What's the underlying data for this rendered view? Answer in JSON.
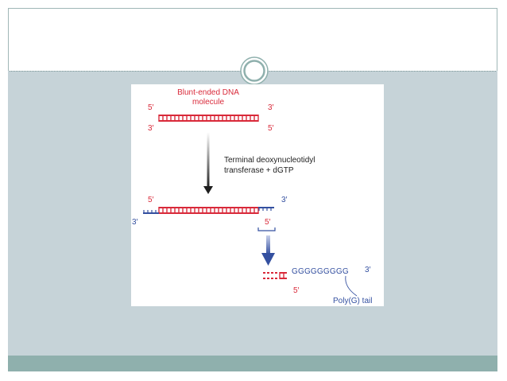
{
  "slide": {
    "colors": {
      "content_background": "#c6d3d8",
      "footer_band": "#8fb0ad",
      "frame_border": "#9fb6b6"
    },
    "ornament_icon": "double-circle-icon"
  },
  "diagram": {
    "colors": {
      "dna_red": "#d92a3a",
      "tail_blue": "#3450a0",
      "arrow_dark": "#222222"
    },
    "title_line1": "Blunt-ended DNA",
    "title_line2": "molecule",
    "top_strand": {
      "left_top_end": "5′",
      "right_top_end": "3′",
      "left_bottom_end": "3′",
      "right_bottom_end": "5′"
    },
    "enzyme_line1": "Terminal deoxynucleotidyl",
    "enzyme_line2": "transferase + dGTP",
    "tailed_strand": {
      "top_left_end": "5′",
      "top_right_end": "3′",
      "bottom_left_end": "3′",
      "bottom_right_end": "5′"
    },
    "zoom": {
      "sequence": "GGGGGGGGG",
      "sequence_end": "3′",
      "bottom_end": "5′",
      "tail_label": "Poly(G) tail"
    }
  }
}
